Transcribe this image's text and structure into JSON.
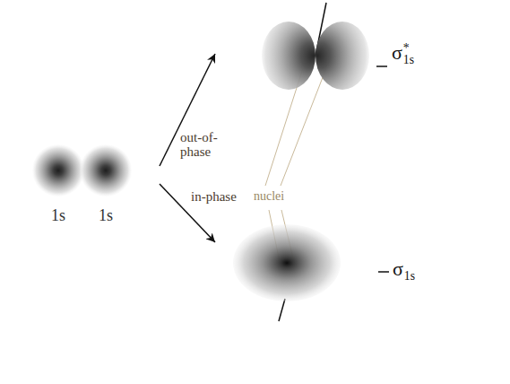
{
  "diagram": {
    "nodes": [
      {
        "text": [
          "1s"
        ]
      },
      {
        "text": [
          "1s"
        ]
      },
      {
        "text": [
          "σ*1s"
        ]
      },
      {
        "text": [
          "σ1s"
        ]
      }
    ],
    "edges": [
      {
        "from": 1,
        "to": 2,
        "arrow": "to",
        "label": "out-of-phase"
      },
      {
        "from": 1,
        "to": 3,
        "arrow": "to",
        "label": "in-phase"
      }
    ],
    "labels": [
      "nuclei"
    ]
  }
}
